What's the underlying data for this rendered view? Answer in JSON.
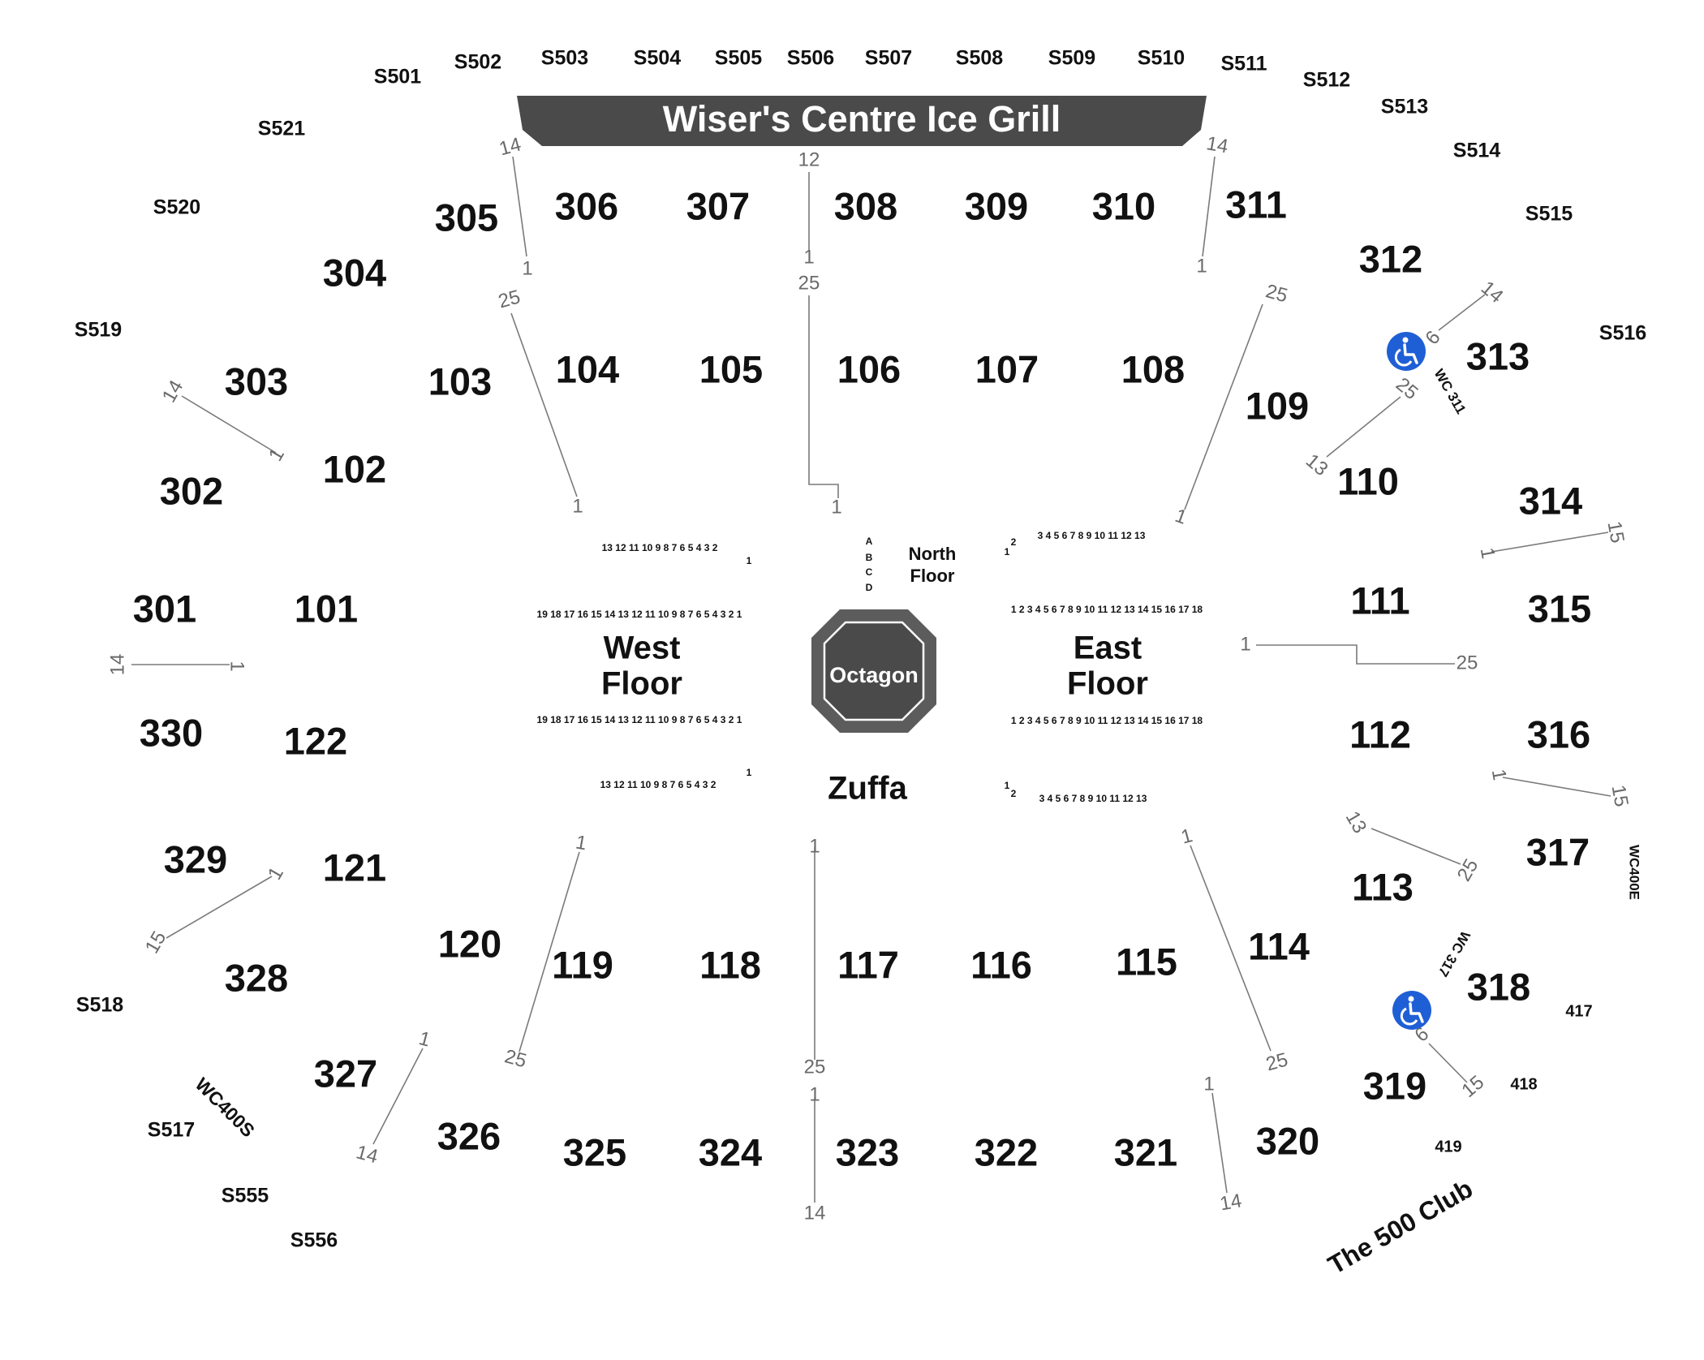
{
  "banner": {
    "text": "Wiser's Centre Ice Grill",
    "color": "#4a4a4a"
  },
  "center": {
    "label": "Octagon",
    "stroke": "#5c5c5c",
    "fill": "#4a4a4a"
  },
  "zuffa": "Zuffa",
  "club": "The 500 Club",
  "floors": {
    "west": [
      "West",
      "Floor"
    ],
    "east": [
      "East",
      "Floor"
    ],
    "north": [
      "North",
      "Floor"
    ],
    "north_rows": [
      "A",
      "B",
      "C",
      "D"
    ]
  },
  "seat_rows": {
    "west_top": "13 12 11 10 9 8 7 6 5 4 3 2",
    "west_top_end": "1",
    "west_long_top": "19 18 17 16 15 14 13 12 11 10 9 8 7 6 5 4 3 2 1",
    "west_long_bottom": "19 18 17 16 15 14 13 12 11 10 9 8 7 6 5 4 3 2 1",
    "west_bottom": "13 12 11 10 9 8 7 6 5 4 3 2",
    "west_bottom_end": "1",
    "east_top_start": "1",
    "east_top_two": "2",
    "east_top": "3 4 5 6 7 8 9 10 11 12 13",
    "east_long_top": "1 2 3 4 5 6 7 8 9 10 11 12 13 14 15 16 17 18",
    "east_long_bottom": "1 2 3 4 5 6 7 8 9 10 11 12 13 14 15 16 17 18",
    "east_bottom_start": "1",
    "east_bottom_two": "2",
    "east_bottom": "3 4 5 6 7 8 9 10 11 12 13"
  },
  "sections": [
    "305",
    "306",
    "307",
    "308",
    "309",
    "310",
    "311",
    "312",
    "313",
    "304",
    "303",
    "302",
    "301",
    "330",
    "329",
    "328",
    "327",
    "326",
    "325",
    "324",
    "323",
    "322",
    "321",
    "320",
    "319",
    "318",
    "317",
    "316",
    "315",
    "314",
    "103",
    "104",
    "105",
    "106",
    "107",
    "108",
    "109",
    "110",
    "102",
    "101",
    "122",
    "121",
    "120",
    "119",
    "118",
    "117",
    "116",
    "115",
    "114",
    "113",
    "112",
    "111"
  ],
  "suites": [
    "S501",
    "S502",
    "S503",
    "S504",
    "S505",
    "S506",
    "S507",
    "S508",
    "S509",
    "S510",
    "S511",
    "S512",
    "S513",
    "S514",
    "S515",
    "S516",
    "S521",
    "S520",
    "S519",
    "S518",
    "S517",
    "S555",
    "S556"
  ],
  "small_sections": [
    "417",
    "418",
    "419"
  ],
  "wheelchair_labels": [
    "WC 311",
    "WC 317",
    "WC400E",
    "WC400S"
  ],
  "row_numbers": [
    "14",
    "1",
    "12",
    "1",
    "25",
    "14",
    "1",
    "25",
    "25",
    "1",
    "1",
    "25",
    "14",
    "1",
    "1",
    "14",
    "1",
    "14",
    "15",
    "1",
    "25",
    "13",
    "14",
    "6",
    "25",
    "13",
    "1",
    "15",
    "1",
    "25",
    "1",
    "15",
    "13",
    "25",
    "1",
    "15",
    "1",
    "25",
    "1",
    "25",
    "1",
    "25",
    "1",
    "14",
    "1",
    "14",
    "1",
    "25",
    "6",
    "15",
    "1",
    "14"
  ],
  "icons": {
    "wheelchair_color": "#1f5fd6"
  }
}
